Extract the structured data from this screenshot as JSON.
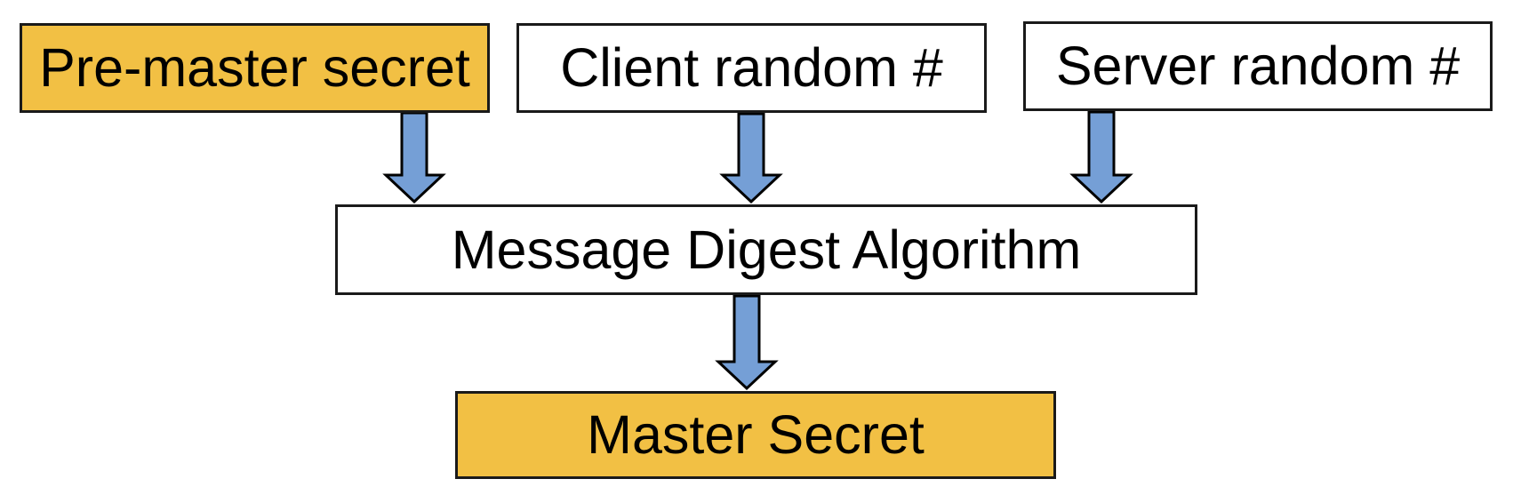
{
  "diagram": {
    "nodes": [
      {
        "id": "pre-master-secret",
        "label": "Pre-master secret",
        "style": "highlighted"
      },
      {
        "id": "client-random",
        "label": "Client random #",
        "style": "plain"
      },
      {
        "id": "server-random",
        "label": "Server random #",
        "style": "plain"
      },
      {
        "id": "message-digest-algorithm",
        "label": "Message Digest Algorithm",
        "style": "plain"
      },
      {
        "id": "master-secret",
        "label": "Master Secret",
        "style": "highlighted"
      }
    ],
    "edges": [
      {
        "from": "pre-master-secret",
        "to": "message-digest-algorithm"
      },
      {
        "from": "client-random",
        "to": "message-digest-algorithm"
      },
      {
        "from": "server-random",
        "to": "message-digest-algorithm"
      },
      {
        "from": "message-digest-algorithm",
        "to": "master-secret"
      }
    ],
    "colors": {
      "highlight_fill": "#F2C044",
      "plain_fill": "#FFFFFF",
      "box_border": "#1A1A1A",
      "arrow_fill": "#759FD6",
      "arrow_outline": "#000000",
      "text": "#000000",
      "background": "#FFFFFF"
    }
  }
}
